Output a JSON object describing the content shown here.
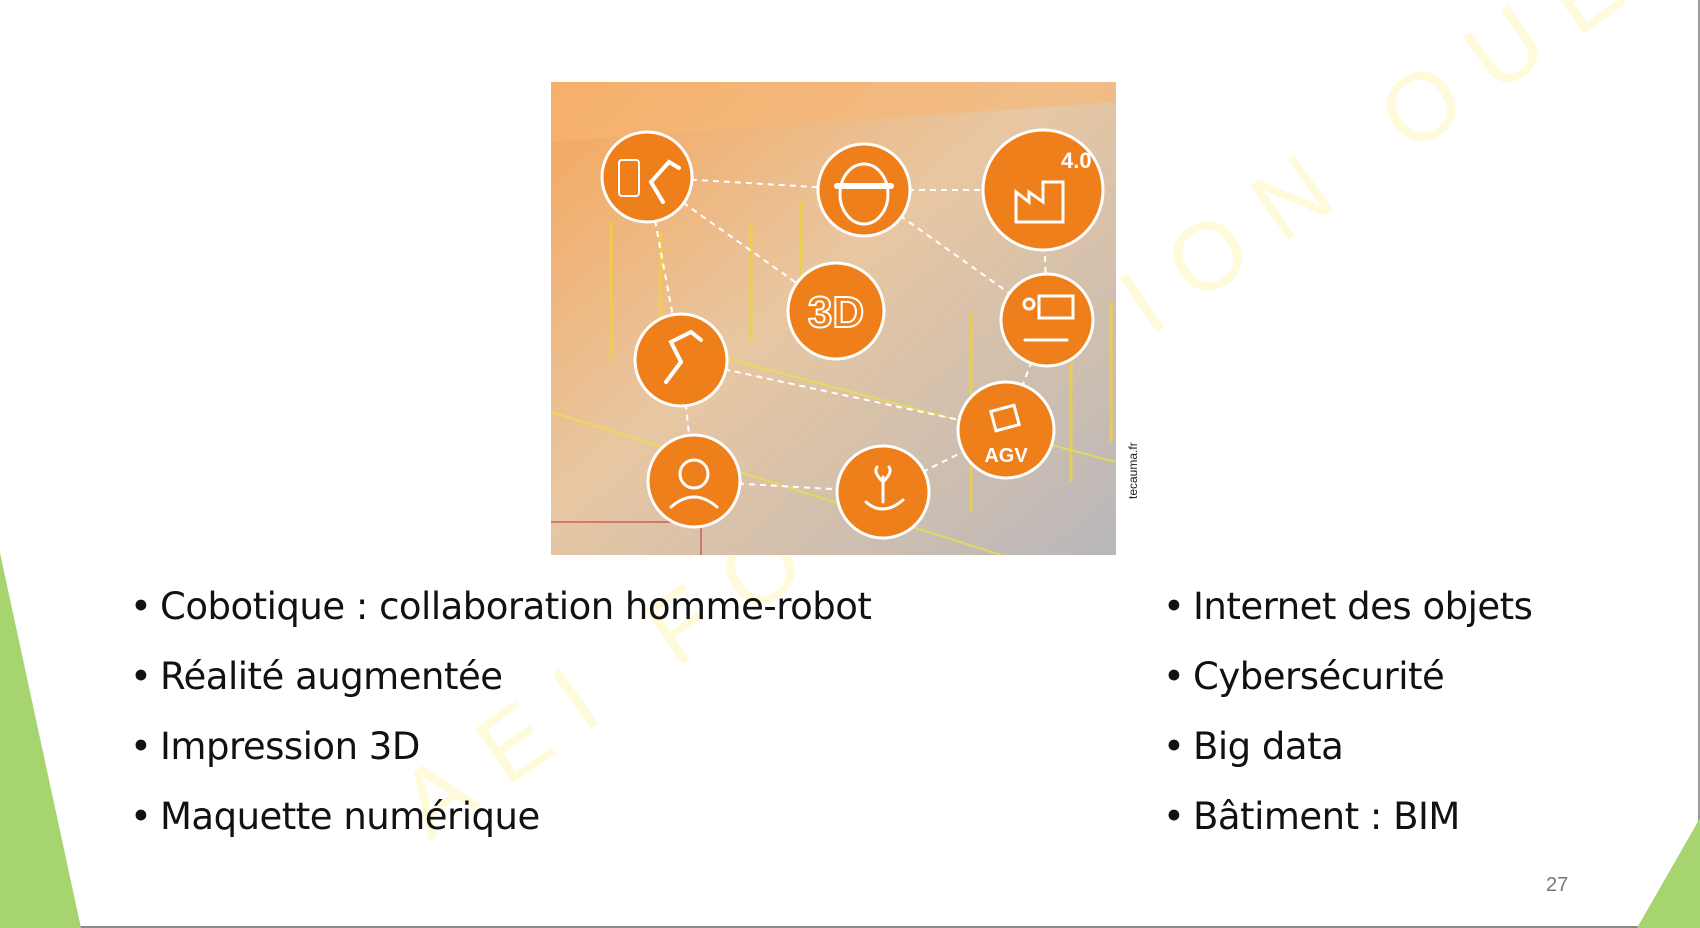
{
  "slide": {
    "page_number": "27",
    "watermark": "AEI FORMATION OUEST",
    "image_credit": "tecauma.fr",
    "image_badges": [
      "4.0",
      "3D",
      "AGV"
    ],
    "left_bullets": [
      "Cobotique : collaboration homme-robot",
      "Réalité augmentée",
      "Impression 3D",
      "Maquette numérique"
    ],
    "right_bullets": [
      "Internet des objets",
      "Cybersécurité",
      "Big data",
      "Bâtiment : BIM"
    ],
    "colors": {
      "accent_green": "#a6d46f",
      "icon_orange": "#ee7f1a"
    }
  }
}
